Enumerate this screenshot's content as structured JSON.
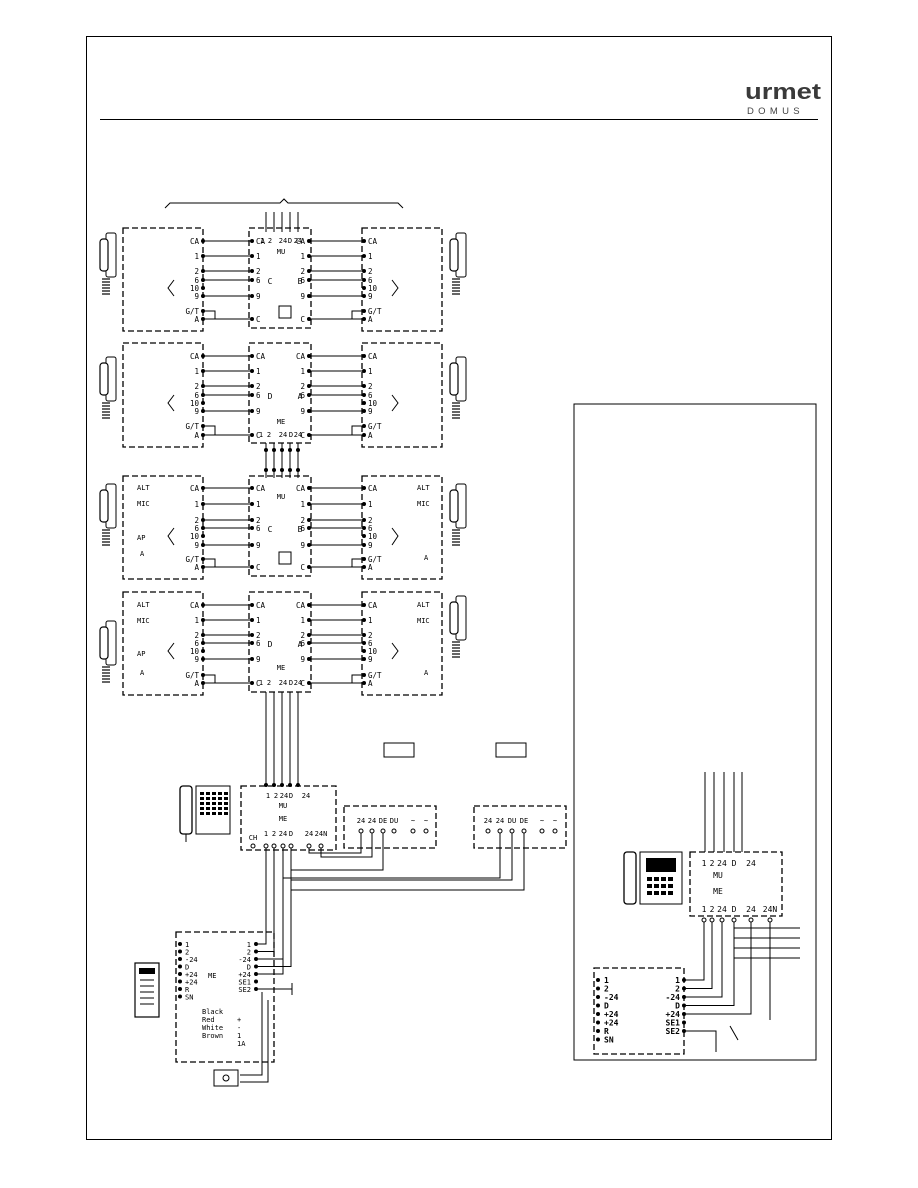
{
  "brand": {
    "name": "urmet",
    "sub": "DOMUS"
  },
  "riser": {
    "top": [
      "1",
      "2",
      "24",
      "D",
      "24"
    ],
    "mu": "MU",
    "me": "ME",
    "me_row": [
      "1",
      "2",
      "24",
      "D",
      "24"
    ]
  },
  "board": {
    "left_c": [
      "CA",
      "1",
      "2",
      "6",
      "10",
      "9",
      "G/T",
      "A"
    ],
    "left_d": [
      "CA",
      "1",
      "2",
      "6",
      "10",
      "9",
      "G/T",
      "A"
    ],
    "in_c": [
      "CA",
      "1",
      "2",
      "6",
      "9",
      "C"
    ],
    "in_d": [
      "CA",
      "1",
      "2",
      "6",
      "9",
      "C"
    ],
    "in_b": [
      "CA",
      "1",
      "2",
      "6",
      "9",
      "C"
    ],
    "in_a": [
      "CA",
      "1",
      "2",
      "6",
      "9",
      "C"
    ],
    "right_b": [
      "CA",
      "1",
      "2",
      "6",
      "10",
      "9",
      "G/T",
      "A"
    ],
    "right_a": [
      "CA",
      "1",
      "2",
      "6",
      "10",
      "9",
      "G/T",
      "A"
    ],
    "letters": [
      "C",
      "B",
      "D",
      "A"
    ]
  },
  "amp": {
    "alt": "ALT",
    "mic": "MIC",
    "ap": "AP",
    "a": "A"
  },
  "switchboard": {
    "mu_row": [
      "1",
      "2",
      "24",
      "D",
      "24"
    ],
    "me_row": [
      "1",
      "2",
      "24",
      "D",
      "24",
      "24N"
    ],
    "ch": "CH",
    "mu": "MU",
    "me": "ME"
  },
  "psu1": {
    "labels": [
      "24",
      "24",
      "DE",
      "DU",
      "~",
      "~"
    ]
  },
  "psu2": {
    "labels": [
      "24",
      "24",
      "DU",
      "DE",
      "~",
      "~"
    ]
  },
  "door_panel": {
    "left": [
      "1",
      "2",
      "-24",
      "D",
      "+24",
      "+24",
      "R",
      "SN"
    ],
    "right": [
      "1",
      "2",
      "-24",
      "D",
      "+24",
      "SE1",
      "SE2"
    ],
    "wires": [
      "Black",
      "Red",
      "White",
      "Brown"
    ],
    "lock_terms": [
      "+",
      "-",
      "1",
      "1A"
    ],
    "label": "ME"
  },
  "inset": {
    "mu_row": [
      "1",
      "2",
      "24",
      "D",
      "24"
    ],
    "me_row": [
      "1",
      "2",
      "24",
      "D",
      "24",
      "24N"
    ],
    "left": [
      "1",
      "2",
      "-24",
      "D",
      "+24",
      "+24",
      "R",
      "SN"
    ],
    "right": [
      "1",
      "2",
      "-24",
      "D",
      "+24",
      "SE1",
      "SE2"
    ],
    "mu": "MU",
    "me": "ME"
  },
  "colors": {
    "ink": "#000000",
    "paper": "#ffffff"
  }
}
